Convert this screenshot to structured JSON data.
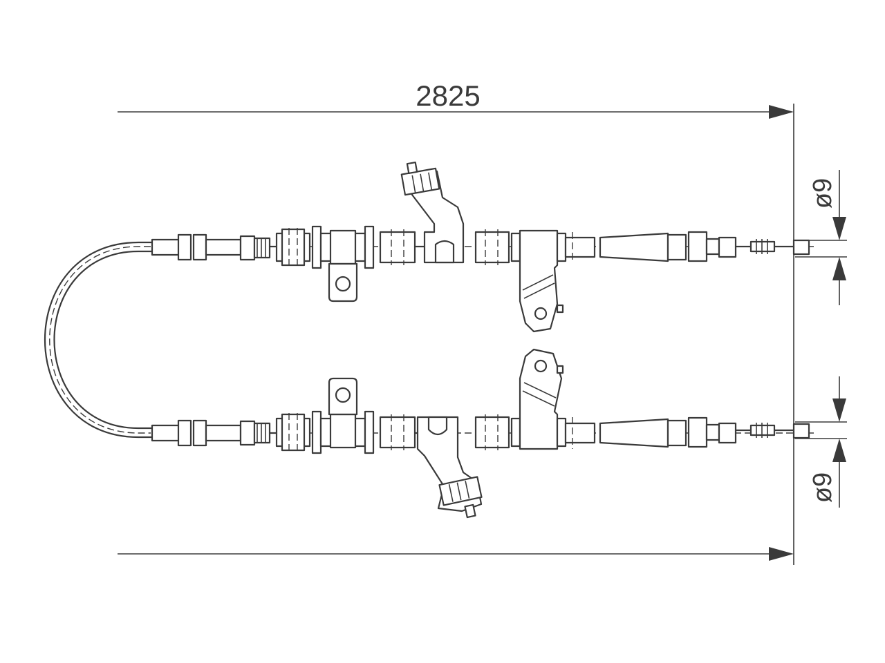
{
  "dimensions": {
    "overall_length": "2825",
    "diameter_top": "ø9",
    "diameter_bottom": "ø9"
  },
  "colors": {
    "line": "#3a3a3a",
    "background": "#ffffff"
  }
}
